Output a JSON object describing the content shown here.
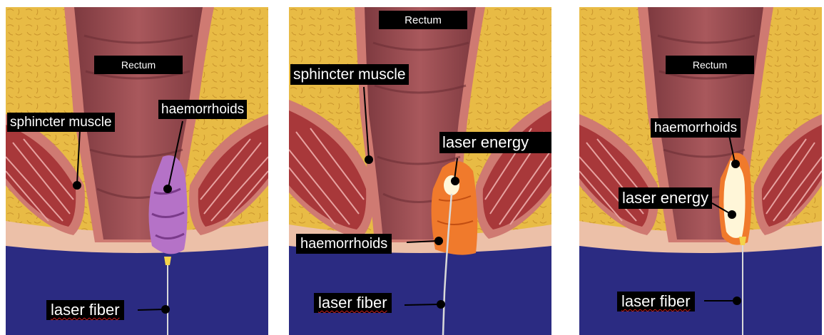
{
  "colors": {
    "fat": "#e8bb45",
    "fat_dots": "#c9942c",
    "tissue": "#9a4a4e",
    "tissue_light": "#c4747a",
    "wall": "#cf7a72",
    "muscle": "#a8383a",
    "skin": "#ecc0a8",
    "outside": "#2b2b82",
    "haemorrhoid_purple": "#b572c7",
    "haemorrhoid_orange": "#f07a2c",
    "laser_glow": "#fff6d8",
    "fiber": "#d9d9d9",
    "fiber_tip": "#f3d34a"
  },
  "panels": [
    {
      "labels": {
        "rectum": "Rectum",
        "sphincter": "sphincter muscle",
        "haemorrhoids": "haemorrhoids",
        "fiber": "laser fiber"
      }
    },
    {
      "labels": {
        "rectum": "Rectum",
        "sphincter": "sphincter muscle",
        "energy": "laser energy",
        "haemorrhoids": "haemorrhoids",
        "fiber": "laser fiber"
      }
    },
    {
      "labels": {
        "rectum": "Rectum",
        "haemorrhoids": "haemorrhoids",
        "energy": "laser energy",
        "fiber": "laser fiber"
      }
    }
  ]
}
